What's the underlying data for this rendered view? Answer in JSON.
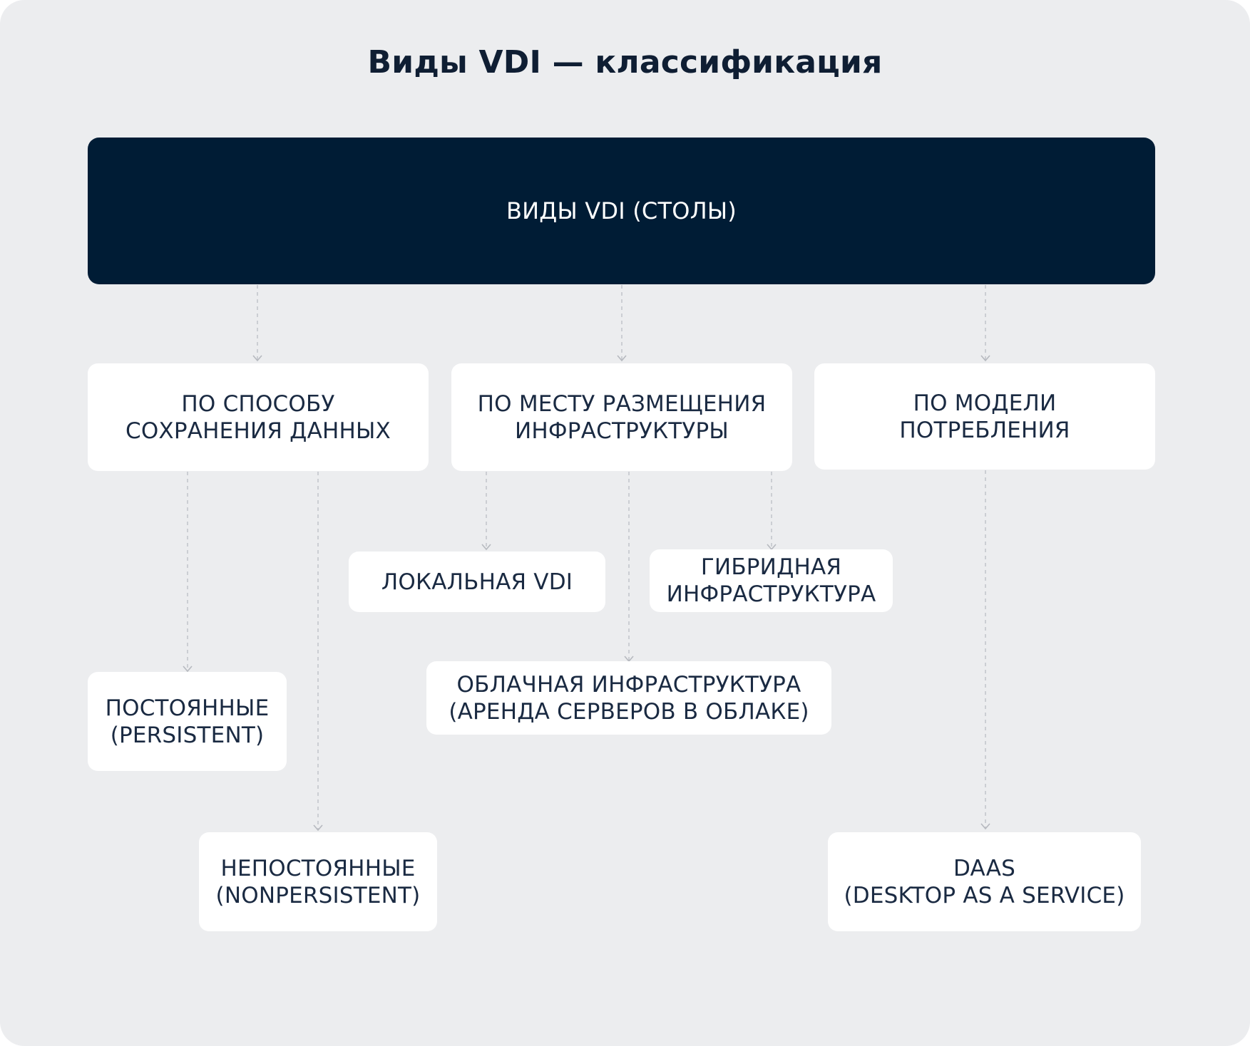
{
  "diagram": {
    "title": "Виды VDI — классификация",
    "root": {
      "label": "ВИДЫ VDI (СТОЛЫ)"
    },
    "categories": [
      {
        "label": "ПО СПОСОБУ\nСОХРАНЕНИЯ ДАННЫХ"
      },
      {
        "label": "ПО МЕСТУ РАЗМЕЩЕНИЯ\nИНФРАСТРУКТУРЫ"
      },
      {
        "label": "ПО МОДЕЛИ\nПОТРЕБЛЕНИЯ"
      }
    ],
    "leaves": {
      "persistent": {
        "label": "ПОСТОЯННЫЕ\n(PERSISTENT)"
      },
      "nonpersistent": {
        "label": "НЕПОСТОЯННЫЕ\n(NONPERSISTENT)"
      },
      "local": {
        "label": "ЛОКАЛЬНАЯ VDI"
      },
      "hybrid": {
        "label": "ГИБРИДНАЯ\nИНФРАСТРУКТУРА"
      },
      "cloud": {
        "label": "ОБЛАЧНАЯ ИНФРАСТРУКТУРА\n(АРЕНДА СЕРВЕРОВ В ОБЛАКЕ)"
      },
      "daas": {
        "label": "DAAS\n(DESKTOP AS A SERVICE)"
      }
    },
    "colors": {
      "background": "#ecedef",
      "root_fill": "#001c35",
      "node_fill": "#ffffff",
      "text": "#1a2a42",
      "connector": "#c3c6cc"
    }
  }
}
